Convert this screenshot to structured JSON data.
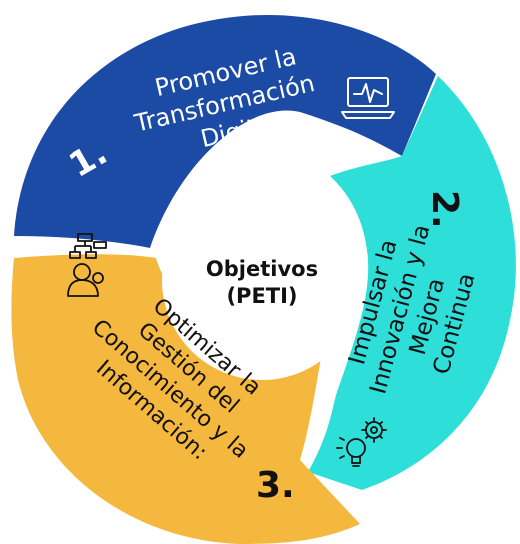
{
  "center": {
    "line1": "Objetivos",
    "line2": "(PETI)"
  },
  "segments": [
    {
      "number": "1.",
      "lines": [
        "Promover la",
        "Transformación",
        "Digital"
      ],
      "icon": "laptop-chart-icon",
      "color": "#1C4BA6",
      "text_color": "#ffffff"
    },
    {
      "number": "2.",
      "lines": [
        "Impulsar la",
        "Innovación y la",
        "Mejora",
        "Continua"
      ],
      "icon": "gear-lightbulb-icon",
      "color": "#2EDFD9",
      "text_color": "#111111"
    },
    {
      "number": "3.",
      "lines": [
        "Optimizar la",
        "Gestión del",
        "Conocimiento y la",
        "Información:"
      ],
      "icon": "org-chart-person-icon",
      "color": "#F5B83F",
      "text_color": "#111111"
    }
  ]
}
